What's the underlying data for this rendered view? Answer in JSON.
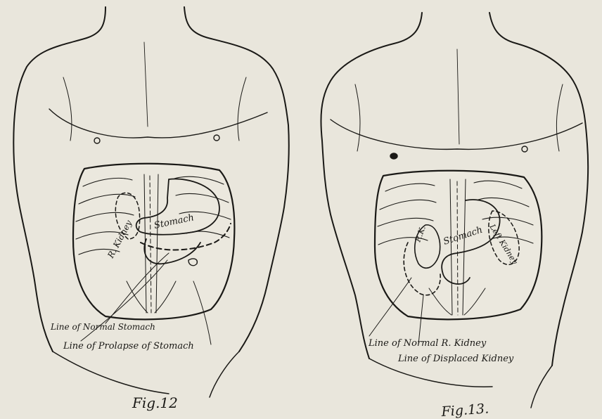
{
  "figures": [
    {
      "caption": "Fig.12",
      "organ_labels": {
        "kidney": "R. Kidney",
        "stomach": "Stomach"
      },
      "callouts": [
        "Line of Normal Stomach",
        "Line of Prolapse of Stomach"
      ]
    },
    {
      "caption": "Fig.13.",
      "organ_labels": {
        "right_kidney": "R.K.",
        "stomach": "Stomach",
        "left_kidney": "Left Kidney"
      },
      "callouts": [
        "Line of Normal R. Kidney",
        "Line of Displaced Kidney"
      ]
    }
  ],
  "colors": {
    "paper": "#e9e6dc",
    "ink": "#1a1916"
  }
}
